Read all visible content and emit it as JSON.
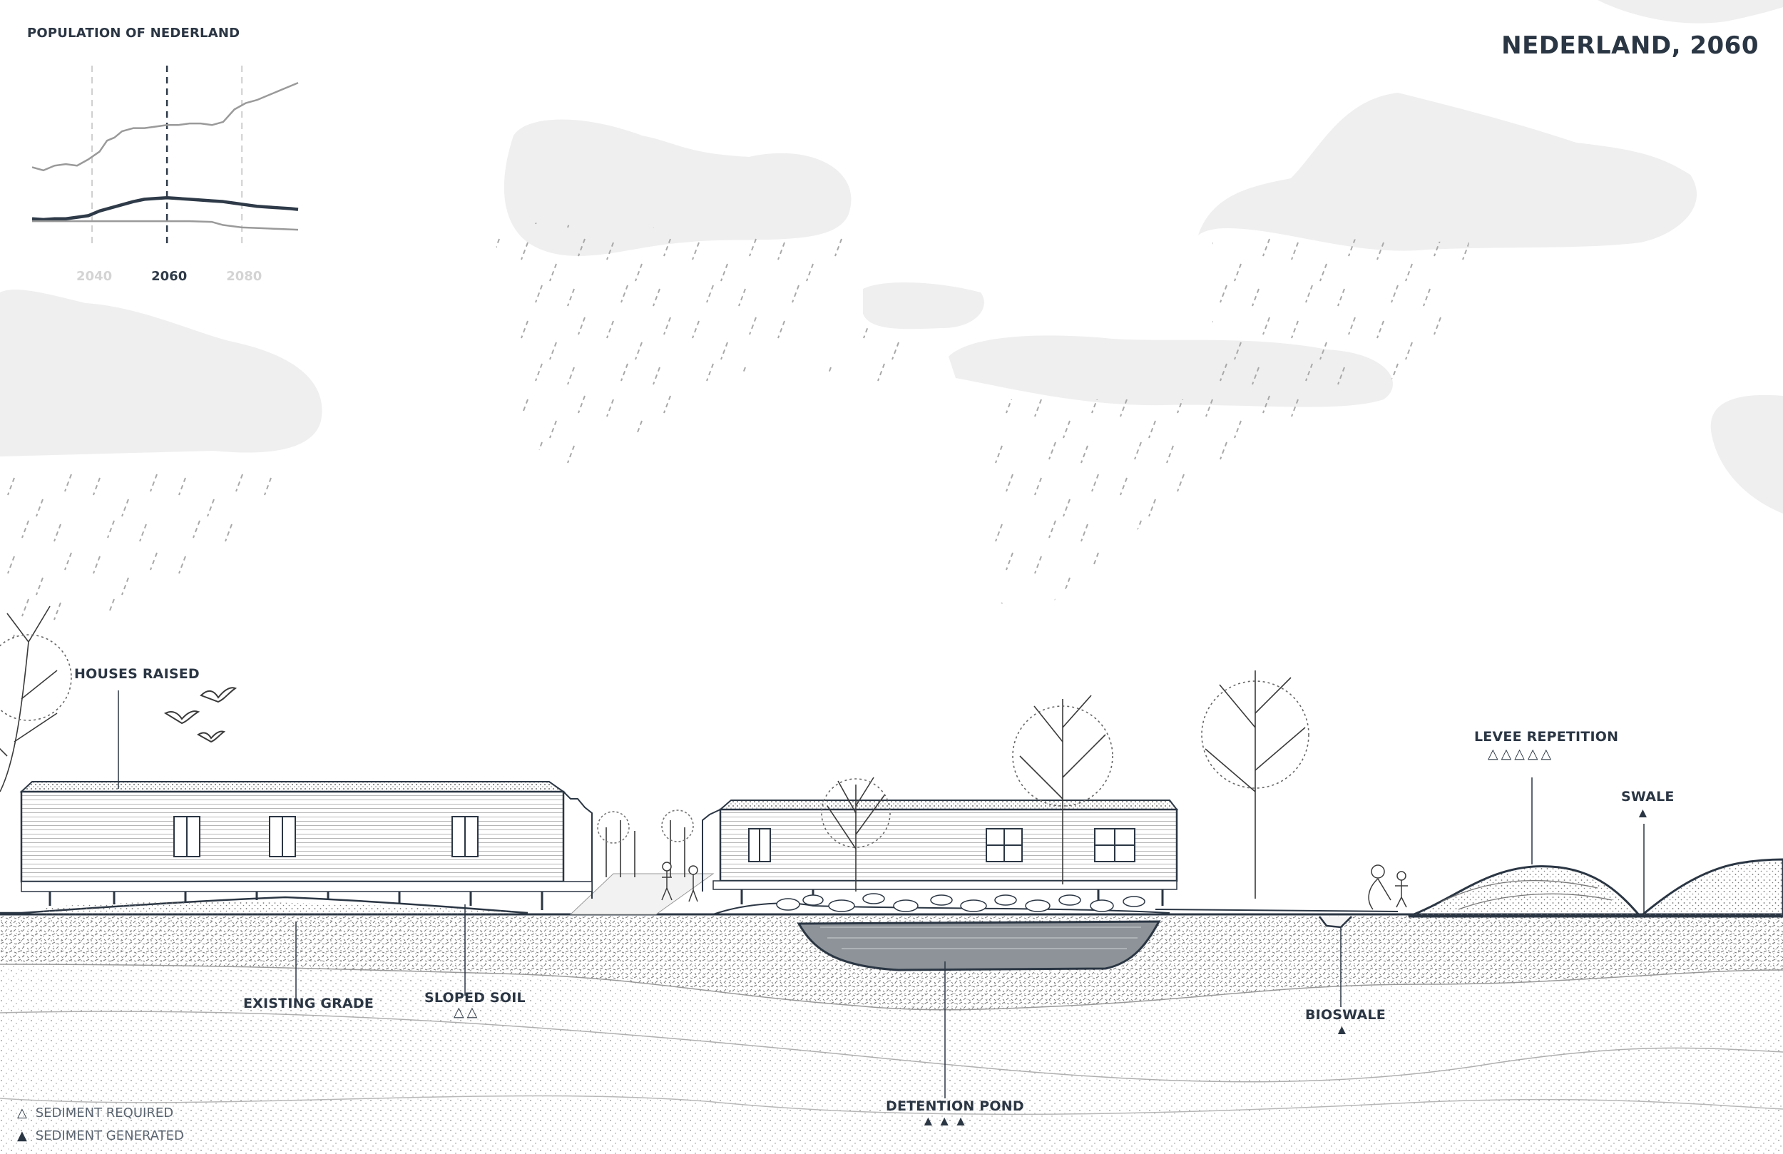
{
  "title": "NEDERLAND, 2060",
  "chart_data": {
    "type": "line",
    "title": "POPULATION OF NEDERLAND",
    "x_ticks": [
      "2040",
      "2060",
      "2080"
    ],
    "highlight_tick": "2060",
    "xlim": [
      2024,
      2095
    ],
    "series": [
      {
        "role": "upper",
        "color": "#9a9a9a",
        "x": [
          2024,
          2027,
          2030,
          2033,
          2036,
          2039,
          2042,
          2044,
          2046,
          2048,
          2051,
          2054,
          2057,
          2060,
          2063,
          2066,
          2069,
          2072,
          2075,
          2078,
          2081,
          2084,
          2087,
          2090,
          2093,
          2095
        ],
        "y": [
          11.5,
          11.3,
          11.6,
          11.7,
          11.6,
          12.0,
          12.5,
          13.2,
          13.4,
          13.8,
          14.0,
          14.0,
          14.1,
          14.2,
          14.2,
          14.3,
          14.3,
          14.2,
          14.4,
          15.2,
          15.6,
          15.8,
          16.1,
          16.4,
          16.7,
          16.9
        ]
      },
      {
        "role": "main",
        "color": "#2e3a48",
        "x": [
          2024,
          2027,
          2030,
          2033,
          2036,
          2039,
          2042,
          2045,
          2048,
          2051,
          2054,
          2057,
          2060,
          2063,
          2066,
          2069,
          2072,
          2075,
          2078,
          2081,
          2084,
          2087,
          2090,
          2093,
          2095
        ],
        "y": [
          8.2,
          8.15,
          8.2,
          8.2,
          8.3,
          8.4,
          8.7,
          8.9,
          9.1,
          9.3,
          9.45,
          9.5,
          9.55,
          9.5,
          9.45,
          9.4,
          9.35,
          9.3,
          9.2,
          9.1,
          9.0,
          8.95,
          8.9,
          8.85,
          8.8
        ]
      },
      {
        "role": "lower",
        "color": "#9a9a9a",
        "x": [
          2024,
          2030,
          2036,
          2042,
          2048,
          2054,
          2060,
          2066,
          2072,
          2075,
          2080,
          2085,
          2090,
          2095
        ],
        "y": [
          8.05,
          8.05,
          8.05,
          8.05,
          8.05,
          8.05,
          8.05,
          8.05,
          8.0,
          7.8,
          7.65,
          7.6,
          7.55,
          7.5
        ]
      }
    ],
    "ylim": [
      6,
      18
    ]
  },
  "labels": {
    "houses_raised": "HOUSES RAISED",
    "existing_grade": "EXISTING GRADE",
    "sloped_soil": "SLOPED SOIL",
    "detention_pond": "DETENTION POND",
    "bioswale": "BIOSWALE",
    "levee_repetition": "LEVEE REPETITION",
    "swale": "SWALE"
  },
  "sediment": {
    "sloped_soil": "△△",
    "detention_pond": "▲▲▲",
    "bioswale": "▲",
    "levee_repetition": "△△△△△",
    "swale": "▲"
  },
  "legend": {
    "required_symbol": "△",
    "required": "SEDIMENT REQUIRED",
    "generated_symbol": "▲",
    "generated": "SEDIMENT GENERATED"
  },
  "colors": {
    "ink": "#2b3644",
    "cloud": "#efefef",
    "pond": "#8d9398"
  }
}
